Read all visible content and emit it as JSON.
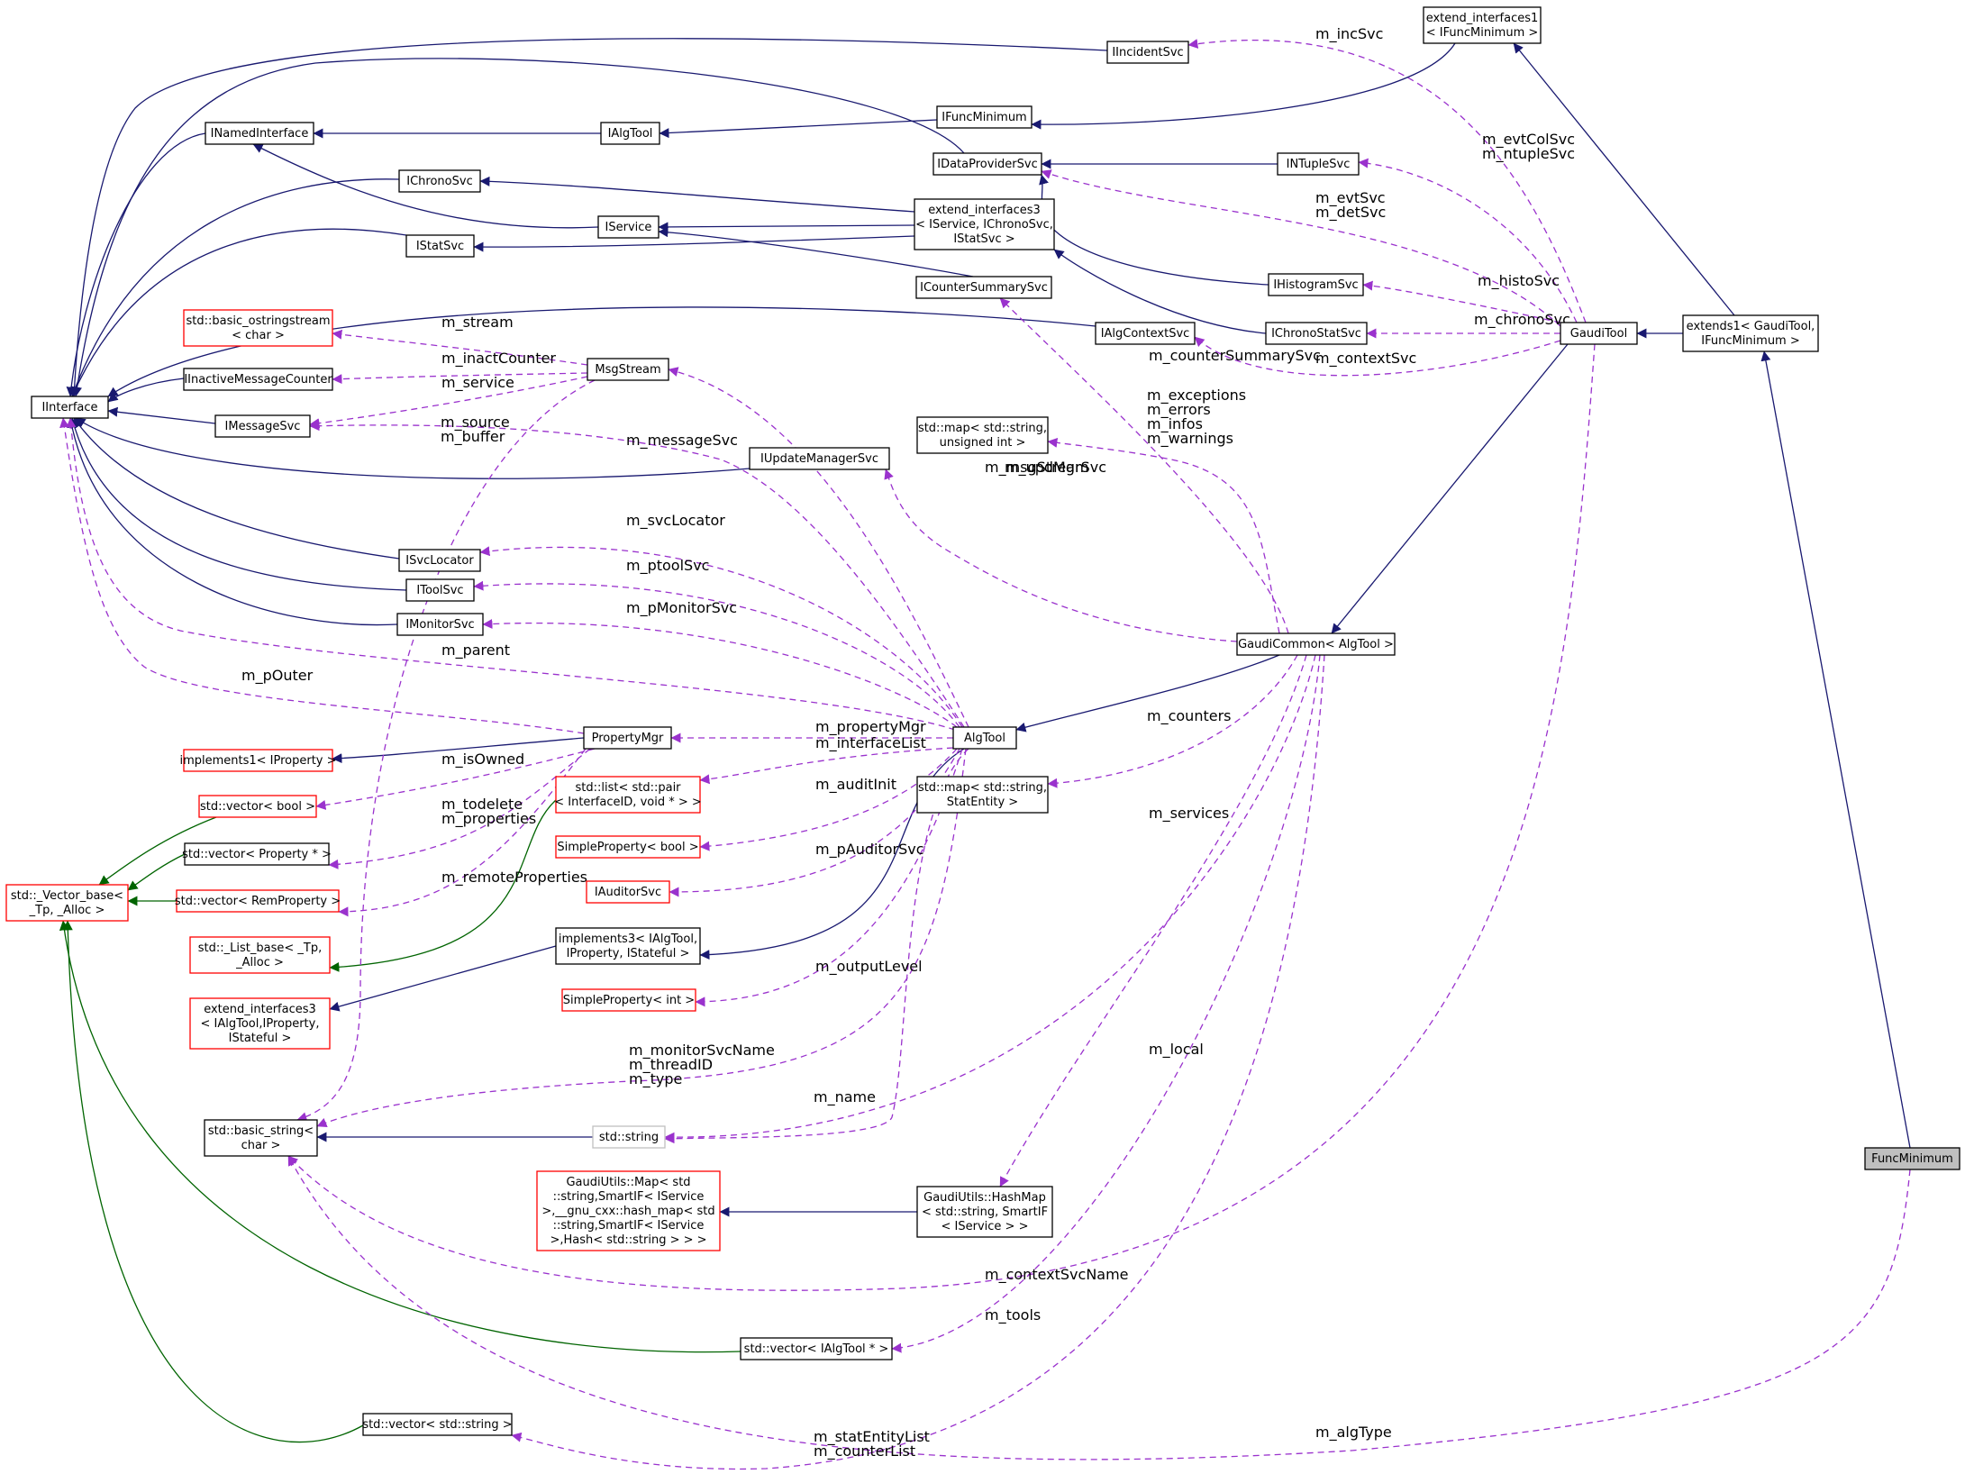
{
  "nodes": {
    "IInterface": {
      "lines": [
        "IInterface"
      ],
      "kind": "black"
    },
    "INamedInterface": {
      "lines": [
        "INamedInterface"
      ],
      "kind": "black"
    },
    "IAlgTool": {
      "lines": [
        "IAlgTool"
      ],
      "kind": "black"
    },
    "IFuncMinimum": {
      "lines": [
        "IFuncMinimum"
      ],
      "kind": "black"
    },
    "IIncidentSvc": {
      "lines": [
        "IIncidentSvc"
      ],
      "kind": "black"
    },
    "extend_interfaces1": {
      "lines": [
        "extend_interfaces1",
        "< IFuncMinimum >"
      ],
      "kind": "black"
    },
    "IDataProviderSvc": {
      "lines": [
        "IDataProviderSvc"
      ],
      "kind": "black"
    },
    "INTupleSvc": {
      "lines": [
        "INTupleSvc"
      ],
      "kind": "black"
    },
    "IChronoSvc": {
      "lines": [
        "IChronoSvc"
      ],
      "kind": "black"
    },
    "IService": {
      "lines": [
        "IService"
      ],
      "kind": "black"
    },
    "IStatSvc": {
      "lines": [
        "IStatSvc"
      ],
      "kind": "black"
    },
    "extend_interfaces3": {
      "lines": [
        "extend_interfaces3",
        "< IService, IChronoSvc,",
        "IStatSvc >"
      ],
      "kind": "black"
    },
    "IHistogramSvc": {
      "lines": [
        "IHistogramSvc"
      ],
      "kind": "black"
    },
    "ICounterSummarySvc": {
      "lines": [
        "ICounterSummarySvc"
      ],
      "kind": "black"
    },
    "IAlgContextSvc": {
      "lines": [
        "IAlgContextSvc"
      ],
      "kind": "black"
    },
    "IChronoStatSvc": {
      "lines": [
        "IChronoStatSvc"
      ],
      "kind": "black"
    },
    "GaudiTool": {
      "lines": [
        "GaudiTool"
      ],
      "kind": "black"
    },
    "extends1": {
      "lines": [
        "extends1< GaudiTool,",
        "IFuncMinimum >"
      ],
      "kind": "black"
    },
    "basic_ostringstream": {
      "lines": [
        "std::basic_ostringstream",
        "< char >"
      ],
      "kind": "red"
    },
    "MsgStream": {
      "lines": [
        "MsgStream"
      ],
      "kind": "black"
    },
    "IInactiveMessageCounter": {
      "lines": [
        "IInactiveMessageCounter"
      ],
      "kind": "black"
    },
    "IMessageSvc": {
      "lines": [
        "IMessageSvc"
      ],
      "kind": "black"
    },
    "map_uint": {
      "lines": [
        "std::map< std::string,",
        "unsigned int >"
      ],
      "kind": "black"
    },
    "IUpdateManagerSvc": {
      "lines": [
        "IUpdateManagerSvc"
      ],
      "kind": "black"
    },
    "ISvcLocator": {
      "lines": [
        "ISvcLocator"
      ],
      "kind": "black"
    },
    "IToolSvc": {
      "lines": [
        "IToolSvc"
      ],
      "kind": "black"
    },
    "IMonitorSvc": {
      "lines": [
        "IMonitorSvc"
      ],
      "kind": "black"
    },
    "GaudiCommon": {
      "lines": [
        "GaudiCommon< AlgTool >"
      ],
      "kind": "black"
    },
    "PropertyMgr": {
      "lines": [
        "PropertyMgr"
      ],
      "kind": "black"
    },
    "AlgTool": {
      "lines": [
        "AlgTool"
      ],
      "kind": "black"
    },
    "implements1": {
      "lines": [
        "implements1< IProperty >"
      ],
      "kind": "red"
    },
    "vector_bool": {
      "lines": [
        "std::vector< bool >"
      ],
      "kind": "red"
    },
    "list_pair": {
      "lines": [
        "std::list< std::pair",
        "< InterfaceID, void * > >"
      ],
      "kind": "red"
    },
    "map_stat": {
      "lines": [
        "std::map< std::string,",
        "StatEntity >"
      ],
      "kind": "black"
    },
    "vector_property": {
      "lines": [
        "std::vector< Property * >"
      ],
      "kind": "black"
    },
    "SimpleProperty_bool": {
      "lines": [
        "SimpleProperty< bool >"
      ],
      "kind": "red"
    },
    "Vector_base": {
      "lines": [
        "std::_Vector_base<",
        "_Tp, _Alloc >"
      ],
      "kind": "red"
    },
    "vector_remprop": {
      "lines": [
        "std::vector< RemProperty >"
      ],
      "kind": "red"
    },
    "IAuditorSvc": {
      "lines": [
        "IAuditorSvc"
      ],
      "kind": "red"
    },
    "List_base": {
      "lines": [
        "std::_List_base< _Tp,",
        "_Alloc >"
      ],
      "kind": "red"
    },
    "implements3": {
      "lines": [
        "implements3< IAlgTool,",
        "IProperty, IStateful >"
      ],
      "kind": "black"
    },
    "extend_interfaces3b": {
      "lines": [
        "extend_interfaces3",
        "< IAlgTool,IProperty,",
        "IStateful >"
      ],
      "kind": "red"
    },
    "SimpleProperty_int": {
      "lines": [
        "SimpleProperty< int >"
      ],
      "kind": "red"
    },
    "basic_string": {
      "lines": [
        "std::basic_string<",
        "char >"
      ],
      "kind": "black"
    },
    "std_string": {
      "lines": [
        "std::string"
      ],
      "kind": "gray"
    },
    "FuncMinimum": {
      "lines": [
        "FuncMinimum"
      ],
      "kind": "target"
    },
    "GaudiUtilsMap": {
      "lines": [
        "GaudiUtils::Map< std",
        "::string,SmartIF< IService",
        ">,__gnu_cxx::hash_map< std",
        "::string,SmartIF< IService",
        ">,Hash< std::string > > >"
      ],
      "kind": "red"
    },
    "GaudiUtilsHashMap": {
      "lines": [
        "GaudiUtils::HashMap",
        "< std::string, SmartIF",
        "< IService > >"
      ],
      "kind": "black"
    },
    "vector_ialgtool": {
      "lines": [
        "std::vector< IAlgTool * >"
      ],
      "kind": "black"
    },
    "vector_string": {
      "lines": [
        "std::vector< std::string >"
      ],
      "kind": "black"
    }
  },
  "edges": [
    {
      "from": "INamedInterface",
      "to": "IInterface",
      "kind": "inherit"
    },
    {
      "from": "IAlgTool",
      "to": "INamedInterface",
      "kind": "inherit"
    },
    {
      "from": "IFuncMinimum",
      "to": "IAlgTool",
      "kind": "inherit"
    },
    {
      "from": "IIncidentSvc",
      "to": "IInterface",
      "kind": "inherit"
    },
    {
      "from": "IDataProviderSvc",
      "to": "IInterface",
      "kind": "inherit"
    },
    {
      "from": "IChronoSvc",
      "to": "IInterface",
      "kind": "inherit"
    },
    {
      "from": "IService",
      "to": "INamedInterface",
      "kind": "inherit"
    },
    {
      "from": "IStatSvc",
      "to": "IInterface",
      "kind": "inherit"
    },
    {
      "from": "extend_interfaces3",
      "to": "IChronoSvc",
      "kind": "inherit"
    },
    {
      "from": "extend_interfaces3",
      "to": "IService",
      "kind": "inherit"
    },
    {
      "from": "extend_interfaces3",
      "to": "IStatSvc",
      "kind": "inherit"
    },
    {
      "from": "ICounterSummarySvc",
      "to": "IService",
      "kind": "inherit"
    },
    {
      "from": "INTupleSvc",
      "to": "IDataProviderSvc",
      "kind": "inherit"
    },
    {
      "from": "IHistogramSvc",
      "to": "IDataProviderSvc",
      "kind": "inherit"
    },
    {
      "from": "IChronoStatSvc",
      "to": "extend_interfaces3",
      "kind": "inherit"
    },
    {
      "from": "IAlgContextSvc",
      "to": "IInterface",
      "kind": "inherit"
    },
    {
      "from": "IInactiveMessageCounter",
      "to": "IInterface",
      "kind": "inherit"
    },
    {
      "from": "IMessageSvc",
      "to": "IInterface",
      "kind": "inherit"
    },
    {
      "from": "IUpdateManagerSvc",
      "to": "IInterface",
      "kind": "inherit"
    },
    {
      "from": "ISvcLocator",
      "to": "IInterface",
      "kind": "inherit"
    },
    {
      "from": "IToolSvc",
      "to": "IInterface",
      "kind": "inherit"
    },
    {
      "from": "IMonitorSvc",
      "to": "IInterface",
      "kind": "inherit"
    },
    {
      "from": "extend_interfaces1",
      "to": "IFuncMinimum",
      "kind": "inherit"
    },
    {
      "from": "extends1",
      "to": "extend_interfaces1",
      "kind": "inherit"
    },
    {
      "from": "extends1",
      "to": "GaudiTool",
      "kind": "inherit"
    },
    {
      "from": "GaudiTool",
      "to": "GaudiCommon",
      "kind": "inherit"
    },
    {
      "from": "GaudiCommon",
      "to": "AlgTool",
      "kind": "inherit"
    },
    {
      "from": "AlgTool",
      "to": "implements3",
      "kind": "inherit"
    },
    {
      "from": "implements3",
      "to": "extend_interfaces3b",
      "kind": "inherit"
    },
    {
      "from": "PropertyMgr",
      "to": "implements1",
      "kind": "inherit"
    },
    {
      "from": "std_string",
      "to": "basic_string",
      "kind": "inherit"
    },
    {
      "from": "GaudiUtilsHashMap",
      "to": "GaudiUtilsMap",
      "kind": "inherit"
    },
    {
      "from": "FuncMinimum",
      "to": "extends1",
      "kind": "inherit"
    },
    {
      "from": "vector_bool",
      "to": "Vector_base",
      "kind": "inherit-green"
    },
    {
      "from": "vector_property",
      "to": "Vector_base",
      "kind": "inherit-green"
    },
    {
      "from": "vector_remprop",
      "to": "Vector_base",
      "kind": "inherit-green"
    },
    {
      "from": "list_pair",
      "to": "List_base",
      "kind": "inherit-green"
    },
    {
      "from": "vector_ialgtool",
      "to": "Vector_base",
      "kind": "inherit-green"
    },
    {
      "from": "vector_string",
      "to": "Vector_base",
      "kind": "inherit-green"
    },
    {
      "from": "GaudiTool",
      "to": "IIncidentSvc",
      "kind": "use",
      "label": [
        "m_incSvc"
      ]
    },
    {
      "from": "GaudiTool",
      "to": "INTupleSvc",
      "kind": "use",
      "label": [
        "m_evtColSvc",
        "m_ntupleSvc"
      ]
    },
    {
      "from": "GaudiTool",
      "to": "IDataProviderSvc",
      "kind": "use",
      "label": [
        "m_evtSvc",
        "m_detSvc"
      ]
    },
    {
      "from": "GaudiTool",
      "to": "IHistogramSvc",
      "kind": "use",
      "label": [
        "m_histoSvc"
      ]
    },
    {
      "from": "GaudiTool",
      "to": "IChronoStatSvc",
      "kind": "use",
      "label": [
        "m_chronoSvc"
      ]
    },
    {
      "from": "GaudiTool",
      "to": "IAlgContextSvc",
      "kind": "use",
      "label": [
        "m_contextSvc"
      ]
    },
    {
      "from": "GaudiCommon",
      "to": "ICounterSummarySvc",
      "kind": "use",
      "label": [
        "m_counterSummarySvc"
      ]
    },
    {
      "from": "GaudiCommon",
      "to": "map_uint",
      "kind": "use",
      "label": [
        "m_exceptions",
        "m_errors",
        "m_infos",
        "m_warnings"
      ]
    },
    {
      "from": "GaudiCommon",
      "to": "IUpdateManagerSvc",
      "kind": "use",
      "label": [
        "m_updMgrSvc"
      ]
    },
    {
      "from": "GaudiCommon",
      "to": "map_stat",
      "kind": "use",
      "label": [
        "m_counters"
      ]
    },
    {
      "from": "GaudiCommon",
      "to": "GaudiUtilsHashMap",
      "kind": "use",
      "label": [
        "m_services"
      ]
    },
    {
      "from": "GaudiCommon",
      "to": "std_string",
      "kind": "use",
      "label": [
        "m_local"
      ]
    },
    {
      "from": "GaudiCommon",
      "to": "vector_ialgtool",
      "kind": "use",
      "label": [
        "m_tools"
      ]
    },
    {
      "from": "GaudiCommon",
      "to": "vector_string",
      "kind": "use",
      "label": [
        "m_statEntityList",
        "m_counterList"
      ]
    },
    {
      "from": "GaudiTool",
      "to": "basic_string",
      "kind": "use",
      "label": [
        "m_contextSvcName"
      ]
    },
    {
      "from": "FuncMinimum",
      "to": "basic_string",
      "kind": "use",
      "label": [
        "m_algType"
      ]
    },
    {
      "from": "MsgStream",
      "to": "basic_ostringstream",
      "kind": "use",
      "label": [
        "m_stream"
      ]
    },
    {
      "from": "MsgStream",
      "to": "IInactiveMessageCounter",
      "kind": "use",
      "label": [
        "m_inactCounter"
      ]
    },
    {
      "from": "MsgStream",
      "to": "IMessageSvc",
      "kind": "use",
      "label": [
        "m_service"
      ]
    },
    {
      "from": "MsgStream",
      "to": "basic_string",
      "kind": "use",
      "label": [
        "m_source",
        "m_buffer"
      ]
    },
    {
      "from": "AlgTool",
      "to": "MsgStream",
      "kind": "use",
      "label": [
        "m_msgStream"
      ]
    },
    {
      "from": "AlgTool",
      "to": "IMessageSvc",
      "kind": "use",
      "label": [
        "m_messageSvc"
      ]
    },
    {
      "from": "AlgTool",
      "to": "ISvcLocator",
      "kind": "use",
      "label": [
        "m_svcLocator"
      ]
    },
    {
      "from": "AlgTool",
      "to": "IToolSvc",
      "kind": "use",
      "label": [
        "m_ptoolSvc"
      ]
    },
    {
      "from": "AlgTool",
      "to": "IMonitorSvc",
      "kind": "use",
      "label": [
        "m_pMonitorSvc"
      ]
    },
    {
      "from": "AlgTool",
      "to": "IInterface",
      "kind": "use",
      "label": [
        "m_parent"
      ]
    },
    {
      "from": "PropertyMgr",
      "to": "IInterface",
      "kind": "use",
      "label": [
        "m_pOuter"
      ]
    },
    {
      "from": "AlgTool",
      "to": "PropertyMgr",
      "kind": "use",
      "label": [
        "m_propertyMgr"
      ]
    },
    {
      "from": "AlgTool",
      "to": "list_pair",
      "kind": "use",
      "label": [
        "m_interfaceList"
      ]
    },
    {
      "from": "AlgTool",
      "to": "SimpleProperty_bool",
      "kind": "use",
      "label": [
        "m_auditInit"
      ]
    },
    {
      "from": "AlgTool",
      "to": "IAuditorSvc",
      "kind": "use",
      "label": [
        "m_pAuditorSvc"
      ]
    },
    {
      "from": "AlgTool",
      "to": "SimpleProperty_int",
      "kind": "use",
      "label": [
        "m_outputLevel"
      ]
    },
    {
      "from": "AlgTool",
      "to": "basic_string",
      "kind": "use",
      "label": [
        "m_monitorSvcName",
        "m_threadID",
        "m_type"
      ]
    },
    {
      "from": "AlgTool",
      "to": "std_string",
      "kind": "use",
      "label": [
        "m_name"
      ]
    },
    {
      "from": "PropertyMgr",
      "to": "vector_bool",
      "kind": "use",
      "label": [
        "m_isOwned"
      ]
    },
    {
      "from": "PropertyMgr",
      "to": "vector_property",
      "kind": "use",
      "label": [
        "m_todelete",
        "m_properties"
      ]
    },
    {
      "from": "PropertyMgr",
      "to": "vector_remprop",
      "kind": "use",
      "label": [
        "m_remoteProperties"
      ]
    }
  ]
}
